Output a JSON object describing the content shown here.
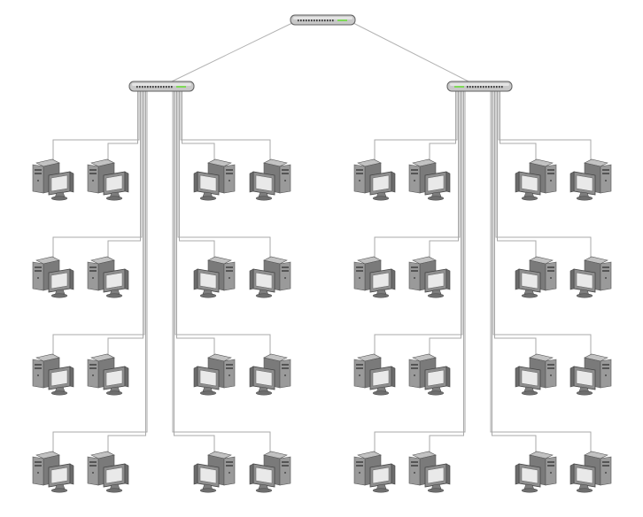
{
  "diagram": {
    "colors": {
      "background": "#ffffff",
      "wire": "#a9a9a9",
      "switch_body": "#c8c8c8",
      "switch_edge": "#5e5e5e",
      "port": "#3c3c3c",
      "link_led": "#7ed957",
      "tower_front": "#9a9a9a",
      "tower_side": "#7a7a7a",
      "monitor_frame": "#8e8e8e",
      "screen": "#e9e9e9"
    },
    "nodes": {
      "core_switch": {
        "icon": "network-switch-icon"
      },
      "distribution_switches": [
        {
          "id": "left-switch",
          "icon": "network-switch-icon"
        },
        {
          "id": "right-switch",
          "icon": "network-switch-icon"
        }
      ],
      "workstation_icon": "desktop-computer-icon",
      "groups": [
        {
          "switch": "left-switch",
          "side": "left",
          "rows": 4,
          "computers_per_row": 2
        },
        {
          "switch": "left-switch",
          "side": "right",
          "rows": 4,
          "computers_per_row": 2
        },
        {
          "switch": "right-switch",
          "side": "left",
          "rows": 4,
          "computers_per_row": 2
        },
        {
          "switch": "right-switch",
          "side": "right",
          "rows": 4,
          "computers_per_row": 2
        }
      ]
    }
  }
}
